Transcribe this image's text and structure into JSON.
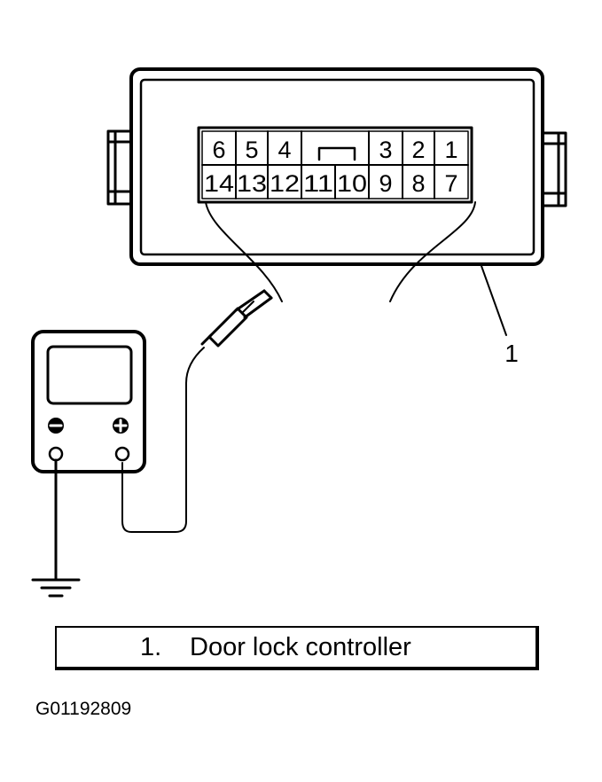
{
  "connector": {
    "top_row": [
      "6",
      "5",
      "4",
      "3",
      "2",
      "1"
    ],
    "bottom_row": [
      "14",
      "13",
      "12",
      "11",
      "10",
      "9",
      "8",
      "7"
    ]
  },
  "callout": {
    "number": "1"
  },
  "legend": {
    "number": "1.",
    "text": "Door lock controller"
  },
  "figure_id": "G01192809"
}
